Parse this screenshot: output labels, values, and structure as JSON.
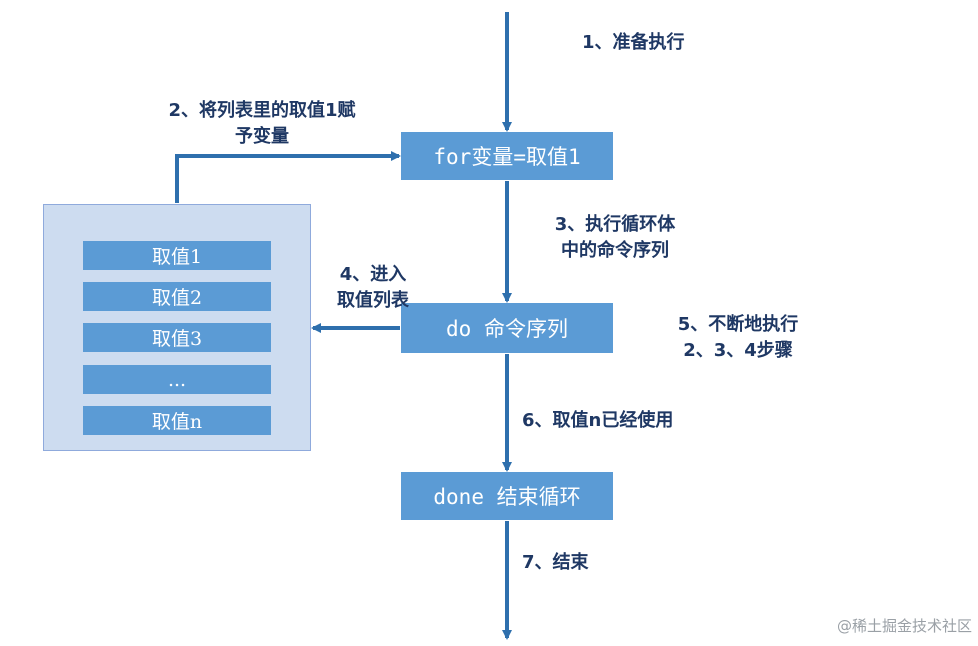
{
  "colors": {
    "box_fill": "#5b9bd5",
    "arrow": "#2e6fad",
    "panel_fill": "#cddcf0",
    "label_text": "#1f3864"
  },
  "boxes": {
    "for_box": "for变量=取值1",
    "do_box": "do 命令序列",
    "done_box": "done 结束循环"
  },
  "value_list": {
    "items": [
      "取值1",
      "取值2",
      "取值3",
      "...",
      "取值n"
    ]
  },
  "labels": {
    "step1": "1、准备执行",
    "step2_line1": "2、将列表里的取值1赋",
    "step2_line2": "予变量",
    "step3_line1": "3、执行循环体",
    "step3_line2": "中的命令序列",
    "step4_line1": "4、进入",
    "step4_line2": "取值列表",
    "step5_line1": "5、不断地执行",
    "step5_line2": "2、3、4步骤",
    "step6": "6、取值n已经使用",
    "step7": "7、结束"
  },
  "watermark": "@稀土掘金技术社区"
}
